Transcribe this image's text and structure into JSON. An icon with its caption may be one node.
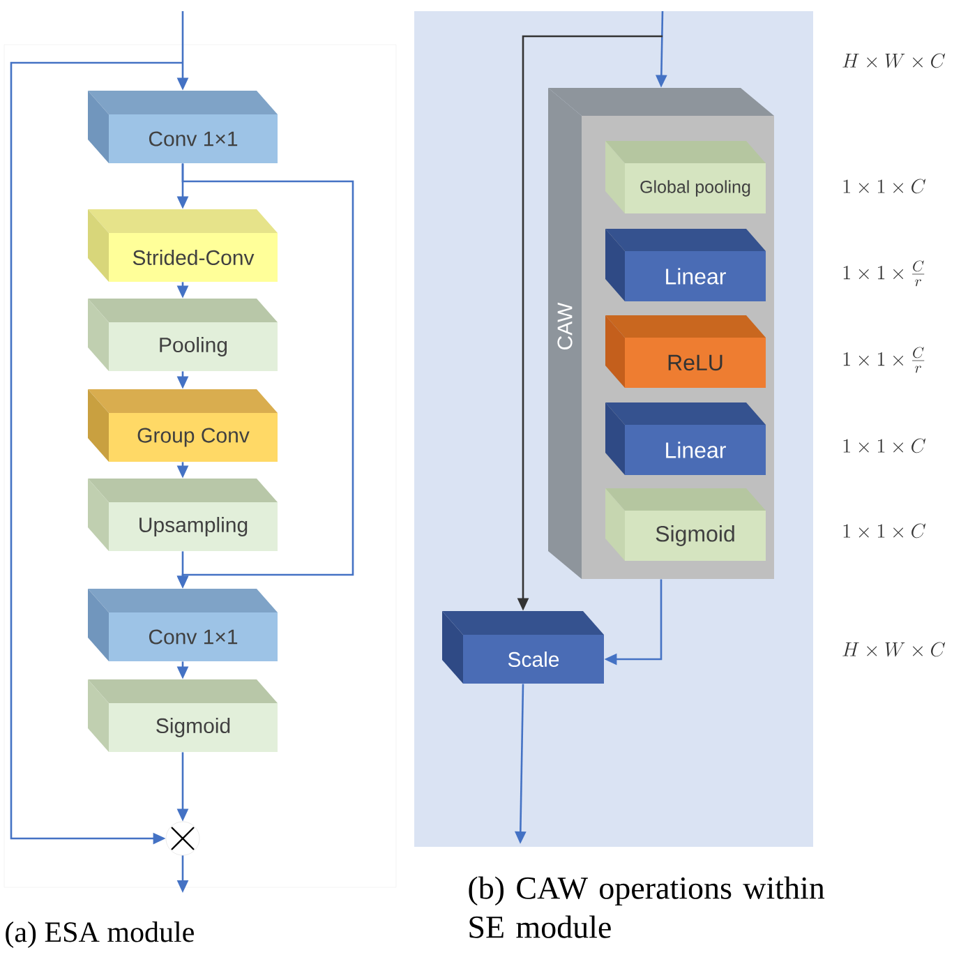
{
  "diagram": {
    "nodes": [
      {
        "text": [
          "Conv 1×1"
        ]
      },
      {
        "text": [
          "Strided-Conv"
        ]
      },
      {
        "text": [
          "Pooling"
        ]
      },
      {
        "text": [
          "Group Conv"
        ]
      },
      {
        "text": [
          "Upsampling"
        ]
      },
      {
        "text": [
          "Conv 1×1"
        ]
      },
      {
        "text": [
          "Sigmoid"
        ]
      },
      {
        "text": [],
        "shape": "circle"
      },
      {
        "text": [],
        "shape": "box"
      },
      {
        "text": [
          "CAW"
        ],
        "in": 8
      },
      {
        "text": [
          "Global pooling"
        ],
        "in": 9
      },
      {
        "text": [
          "Linear"
        ],
        "in": 9
      },
      {
        "text": [
          "ReLU"
        ],
        "in": 9
      },
      {
        "text": [
          "Linear"
        ],
        "in": 9
      },
      {
        "text": [
          "Sigmoid"
        ],
        "in": 9
      },
      {
        "text": [
          "Scale"
        ],
        "in": 8
      }
    ],
    "edges": [
      {
        "from": null,
        "to": 0,
        "arrow": "to"
      },
      {
        "from": 0,
        "to": 1,
        "arrow": "to"
      },
      {
        "from": 1,
        "to": 2,
        "arrow": "to"
      },
      {
        "from": 2,
        "to": 3,
        "arrow": "to"
      },
      {
        "from": 3,
        "to": 4,
        "arrow": "to"
      },
      {
        "from": 4,
        "to": 5,
        "arrow": "to"
      },
      {
        "from": 5,
        "to": 6,
        "arrow": "to"
      },
      {
        "from": 6,
        "to": 7,
        "arrow": "to"
      },
      {
        "from": 7,
        "to": null,
        "arrow": "to"
      },
      {
        "from": null,
        "to": 7,
        "arrow": "to"
      },
      {
        "from": 0,
        "to": 5,
        "arrow": "to"
      },
      {
        "from": null,
        "to": 9,
        "arrow": "to"
      },
      {
        "from": null,
        "to": 15,
        "arrow": "to",
        "color": "#333333"
      },
      {
        "from": 9,
        "to": 15,
        "arrow": "to"
      },
      {
        "from": 15,
        "to": null,
        "arrow": "to"
      }
    ],
    "labels": [
      "H\\times W\\times C",
      "1\\times 1\\times C",
      "1\\times 1\\times \\frac{C}{r}",
      "1\\times 1\\times \\frac{C}{r}",
      "1\\times 1\\times C",
      "1\\times 1\\times C",
      "H\\times W\\times C",
      "(a) ESA module",
      "(b) CAW operations within SE module"
    ]
  }
}
